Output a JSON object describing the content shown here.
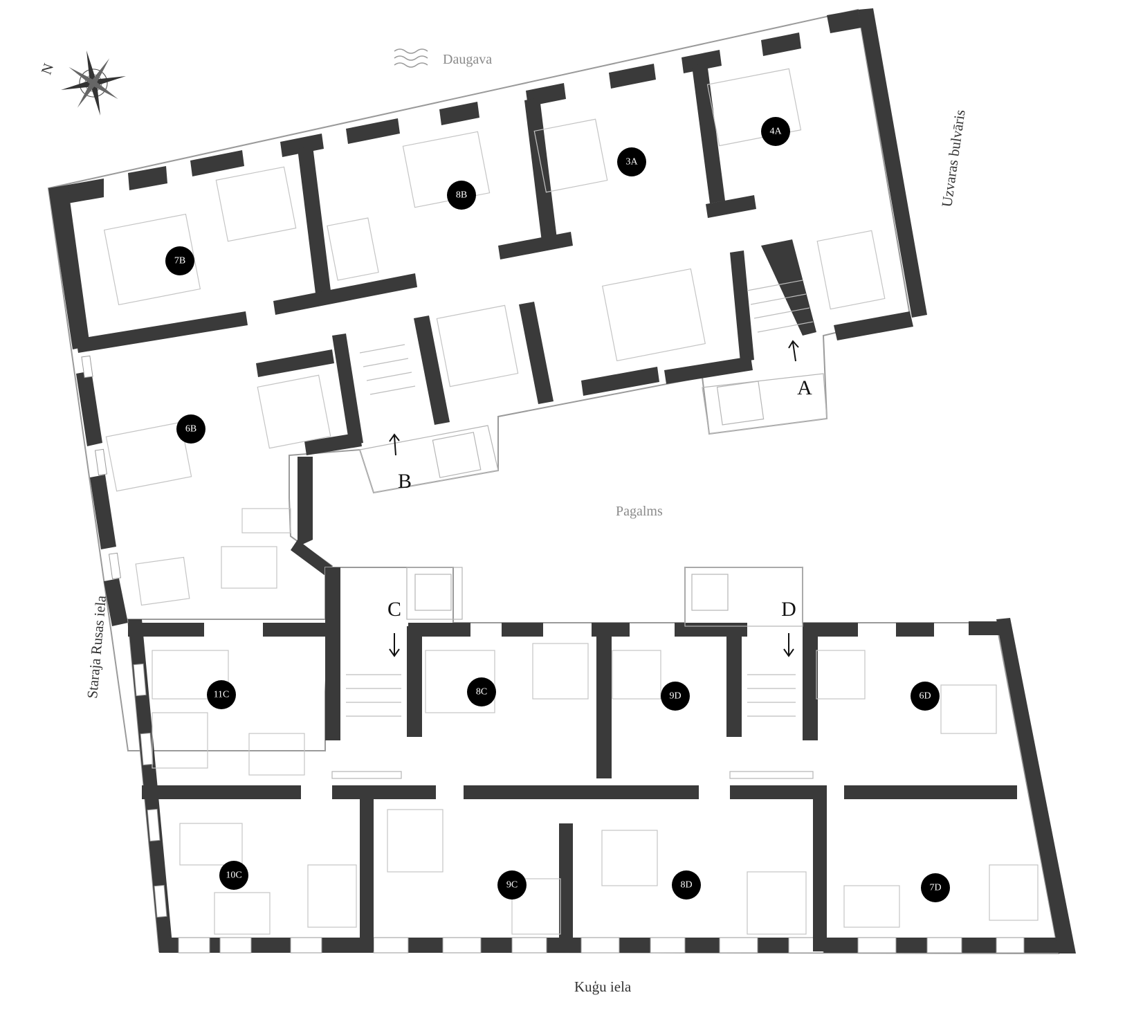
{
  "river": {
    "label": "Daugava",
    "icon": "waves-icon"
  },
  "compass": {
    "north_label": "N",
    "icon": "compass-rose-icon"
  },
  "courtyard": {
    "label": "Pagalms"
  },
  "streets": {
    "east": "Uzvaras bulvāris",
    "west": "Staraja Rusas iela",
    "south": "Kuģu iela"
  },
  "entrances": {
    "a": {
      "label": "A",
      "direction": "up"
    },
    "b": {
      "label": "B",
      "direction": "up"
    },
    "c": {
      "label": "C",
      "direction": "down"
    },
    "d": {
      "label": "D",
      "direction": "down"
    }
  },
  "units": {
    "u7b": "7B",
    "u8b": "8B",
    "u3a": "3A",
    "u4a": "4A",
    "u6b": "6B",
    "u11c": "11C",
    "u8c": "8C",
    "u9d": "9D",
    "u6d": "6D",
    "u10c": "10C",
    "u9c": "9C",
    "u8d": "8D",
    "u7d": "7D"
  },
  "colors": {
    "wall": "#3a3a3a",
    "marker": "#000000",
    "muted_text": "#8a8a8a"
  }
}
